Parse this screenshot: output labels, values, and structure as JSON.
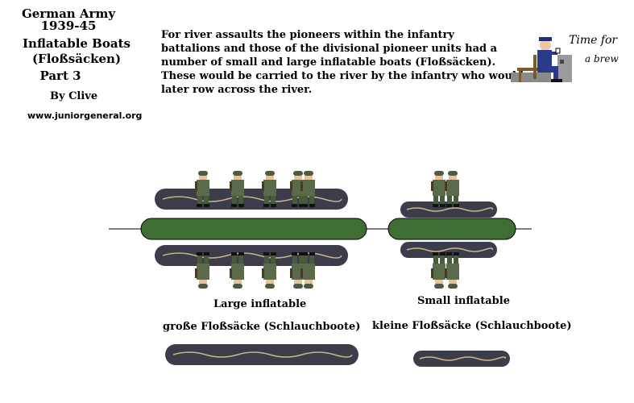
{
  "header": {
    "line1": "German Army",
    "line2": "1939-45",
    "line3": "Inflatable Boats",
    "line4": "(Floßsäcken)",
    "line5": "Part 3",
    "byline": "By Clive",
    "url": "www.juniorgeneral.org"
  },
  "description": {
    "lines": [
      "For river assaults the pioneers within the infantry",
      "battalions and those of the divisional pioneer units had a",
      "number of small and large inflatable boats (Floßsäcken).",
      "These would be carried to the river by the infantry who would",
      "later row across the river."
    ]
  },
  "brew_cartoon": {
    "text1": "Time for",
    "text2": "a brew",
    "icon": "soldier-drinking-tea-icon"
  },
  "models": {
    "large_label": "Large inflatable",
    "large_label_de": "große Floßsäcke (Schlauchboote)",
    "small_label": "Small inflatable",
    "small_label_de": "kleine Floßsäcke (Schlauchboote)"
  },
  "colors": {
    "boat_dark": "#3c3c4a",
    "boat_rope": "#c8b888",
    "base_green": "#3e6e32",
    "uniform": "#5b6a4a",
    "helmet": "#4c5a40"
  }
}
